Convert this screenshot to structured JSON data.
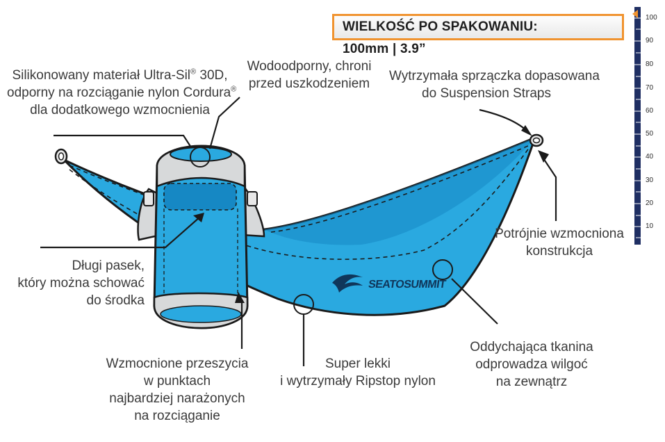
{
  "size_badge": {
    "label": "WIELKOŚĆ PO SPAKOWANIU:",
    "value": "100mm | 3.9”"
  },
  "ruler": {
    "ticks": [
      "100",
      "90",
      "80",
      "70",
      "60",
      "50",
      "40",
      "30",
      "20",
      "10"
    ],
    "unit": "mm",
    "colors": {
      "bar": "#1f2f63",
      "badge_border": "#f0932f"
    }
  },
  "brand": {
    "name": "SEATOSUMMIT"
  },
  "colors": {
    "hammock_fabric": "#2aa9e0",
    "hammock_dark": "#1688c4",
    "outline": "#1a1a1a",
    "pack_strap": "#d7d9da",
    "text": "#3a3a3a"
  },
  "callouts": {
    "fabric_material": {
      "line1": "Silikonowany materiał Ultra-Sil",
      "line1_reg": "®",
      "line1_end": " 30D,",
      "line2": "odporny na rozciąganie nylon Cordura",
      "line2_reg": "®",
      "line3": "dla dodatkowego wzmocnienia"
    },
    "waterproof": {
      "line1": "Wodoodporny, chroni",
      "line2": "przed uszkodzeniem"
    },
    "buckle": {
      "line1": "Wytrzymała sprzączka dopasowana",
      "line2": "do Suspension Straps"
    },
    "triple_reinforced": {
      "line1": "Potrójnie wzmocniona",
      "line2": "konstrukcja"
    },
    "long_strap": {
      "line1": "Długi pasek,",
      "line2": "który można schować",
      "line3": "do środka"
    },
    "reinforced_seams": {
      "line1": "Wzmocnione przeszycia",
      "line2": "w punktach",
      "line3": "najbardziej narażonych",
      "line4": "na rozciąganie"
    },
    "ripstop": {
      "line1": "Super lekki",
      "line2": "i wytrzymały Ripstop nylon"
    },
    "breathable": {
      "line1": "Oddychająca tkanina",
      "line2": "odprowadza wilgoć",
      "line3": "na zewnątrz"
    }
  }
}
